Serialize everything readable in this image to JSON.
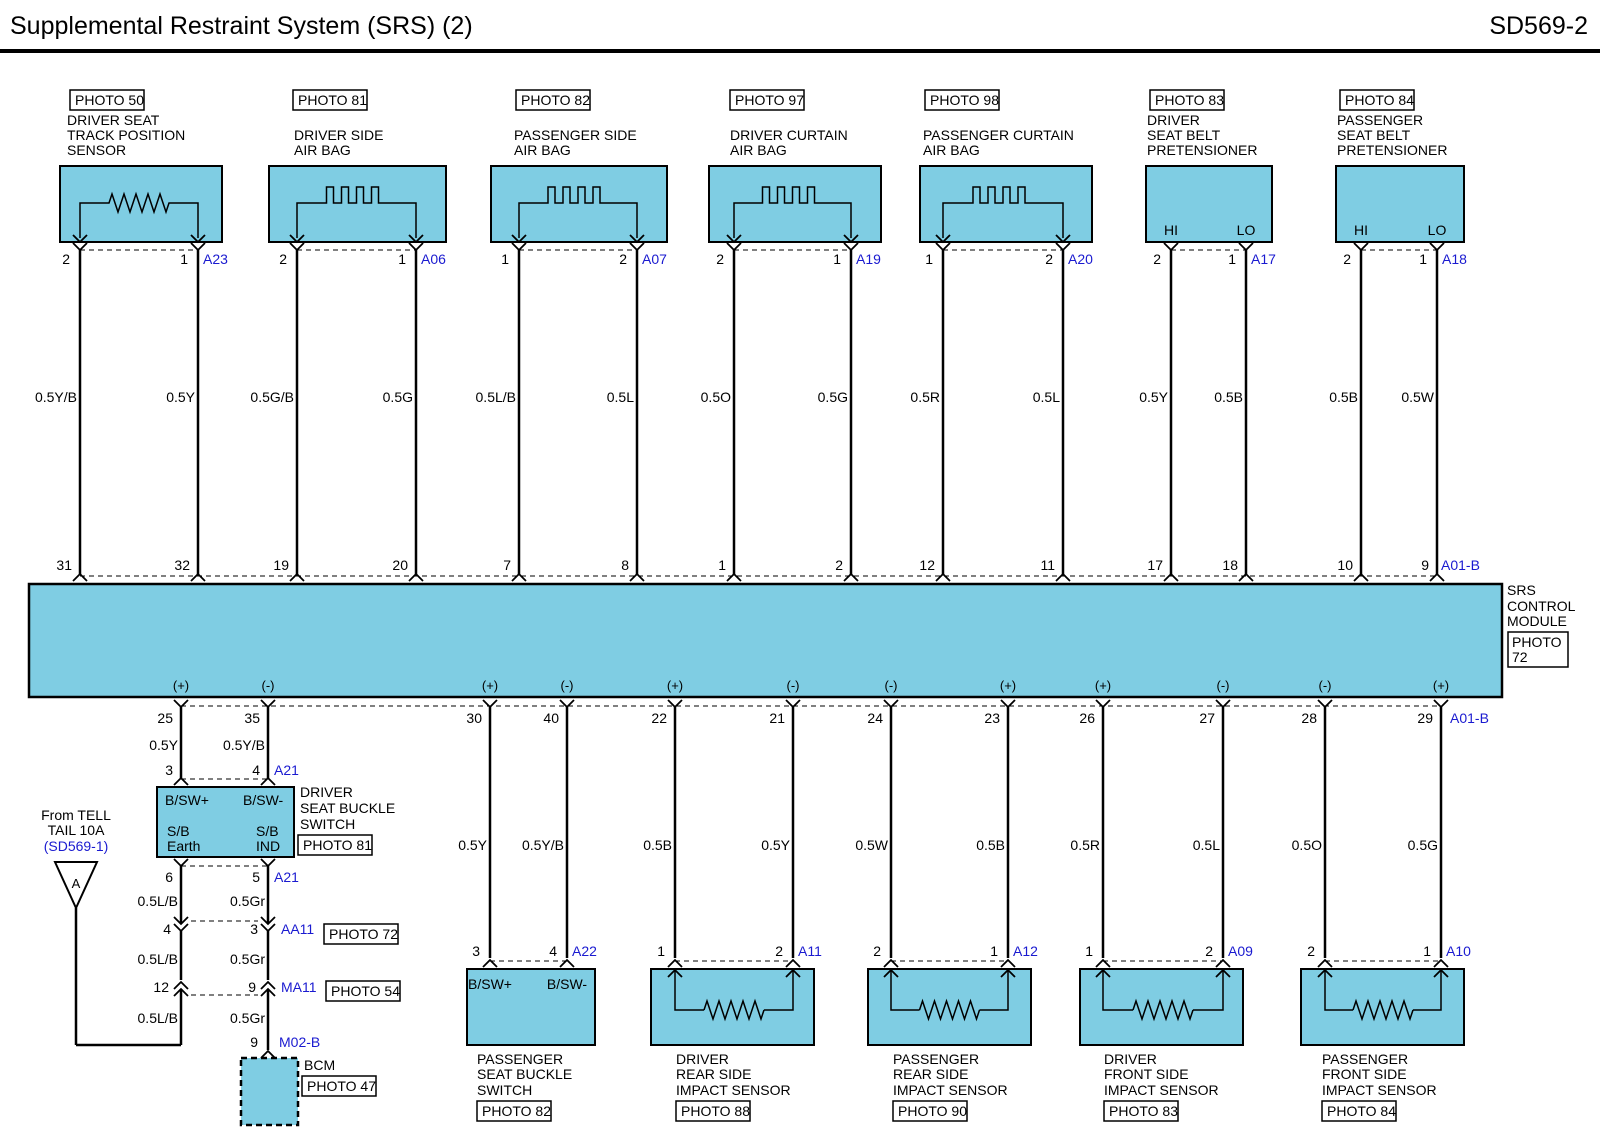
{
  "title": "Supplemental Restraint System (SRS) (2)",
  "code": "SD569-2",
  "colors": {
    "module": "#7fcde3",
    "line": "#000000",
    "ref": "#1a1ad0"
  },
  "top_components": [
    {
      "photo": "PHOTO 50",
      "l1": "DRIVER SEAT",
      "l2": "TRACK POSITION",
      "l3": "SENSOR",
      "pinL": "2",
      "pinR": "1",
      "conn": "A23",
      "wireL": "0.5Y/B",
      "wireR": "0.5Y",
      "ecuL": "31",
      "ecuR": "32",
      "polL": "(-)",
      "polR": "(+)"
    },
    {
      "photo": "PHOTO 81",
      "l1": "DRIVER SIDE",
      "l2": "AIR BAG",
      "l3": "",
      "pinL": "2",
      "pinR": "1",
      "conn": "A06",
      "wireL": "0.5G/B",
      "wireR": "0.5G",
      "ecuL": "19",
      "ecuR": "20",
      "polL": "(-)",
      "polR": "(+)"
    },
    {
      "photo": "PHOTO 82",
      "l1": "PASSENGER SIDE",
      "l2": "AIR BAG",
      "l3": "",
      "pinL": "1",
      "pinR": "2",
      "conn": "A07",
      "wireL": "0.5L/B",
      "wireR": "0.5L",
      "ecuL": "7",
      "ecuR": "8",
      "polL": "(+)",
      "polR": "(-)"
    },
    {
      "photo": "PHOTO 97",
      "l1": "DRIVER CURTAIN",
      "l2": "AIR BAG",
      "l3": "",
      "pinL": "2",
      "pinR": "1",
      "conn": "A19",
      "wireL": "0.5O",
      "wireR": "0.5G",
      "ecuL": "1",
      "ecuR": "2",
      "polL": "(-)",
      "polR": "(+)"
    },
    {
      "photo": "PHOTO 98",
      "l1": "PASSENGER CURTAIN",
      "l2": "AIR BAG",
      "l3": "",
      "pinL": "1",
      "pinR": "2",
      "conn": "A20",
      "wireL": "0.5R",
      "wireR": "0.5L",
      "ecuL": "12",
      "ecuR": "11",
      "polL": "(+)",
      "polR": "(-)"
    },
    {
      "photo": "PHOTO 83",
      "l1": "DRIVER",
      "l2": "SEAT BELT",
      "l3": "PRETENSIONER",
      "pinL": "2",
      "pinR": "1",
      "conn": "A17",
      "wireL": "0.5Y",
      "wireR": "0.5B",
      "ecuL": "17",
      "ecuR": "18",
      "polL": "(+)",
      "polR": "(-)",
      "hi": "HI",
      "lo": "LO"
    },
    {
      "photo": "PHOTO 84",
      "l1": "PASSENGER",
      "l2": "SEAT BELT",
      "l3": "PRETENSIONER",
      "pinL": "2",
      "pinR": "1",
      "conn": "A18",
      "wireL": "0.5B",
      "wireR": "0.5W",
      "ecuL": "10",
      "ecuR": "9",
      "polL": "(+)",
      "polR": "(-)",
      "hi": "HI",
      "lo": "LO"
    }
  ],
  "ecu_conn_top": "A01-B",
  "ecu_conn_bottom": "A01-B",
  "module": {
    "l1": "SRS",
    "l2": "CONTROL",
    "l3": "MODULE",
    "photo1": "PHOTO",
    "photo2": "72"
  },
  "bottom_pins": [
    {
      "pol": "(+)",
      "pin": "25"
    },
    {
      "pol": "(-)",
      "pin": "35"
    },
    {
      "pol": "(+)",
      "pin": "30"
    },
    {
      "pol": "(-)",
      "pin": "40"
    },
    {
      "pol": "(+)",
      "pin": "22"
    },
    {
      "pol": "(-)",
      "pin": "21"
    },
    {
      "pol": "(-)",
      "pin": "24"
    },
    {
      "pol": "(+)",
      "pin": "23"
    },
    {
      "pol": "(+)",
      "pin": "26"
    },
    {
      "pol": "(-)",
      "pin": "27"
    },
    {
      "pol": "(-)",
      "pin": "28"
    },
    {
      "pol": "(+)",
      "pin": "29"
    }
  ],
  "buckle": {
    "wireL": "0.5Y",
    "wireR": "0.5Y/B",
    "pinTL": "3",
    "pinTR": "4",
    "conn": "A21",
    "bsp": "B/SW+",
    "bsm": "B/SW-",
    "sb1": "S/B",
    "earth": "Earth",
    "sb2": "S/B",
    "ind": "IND",
    "l1": "DRIVER",
    "l2": "SEAT BUCKLE",
    "l3": "SWITCH",
    "photo": "PHOTO 81",
    "pinBL": "6",
    "pinBR": "5",
    "conn2": "A21",
    "w1": "0.5L/B",
    "w2": "0.5Gr",
    "aa_l": "4",
    "aa_r": "3",
    "aa": "AA11",
    "aa_photo": "PHOTO 72",
    "w3": "0.5L/B",
    "w4": "0.5Gr",
    "ma_l": "12",
    "ma_r": "9",
    "ma": "MA11",
    "ma_photo": "PHOTO 54",
    "w5": "0.5L/B",
    "w6": "0.5Gr",
    "bcm_pin": "9",
    "bcm_conn": "M02-B",
    "bcm": "BCM",
    "bcm_photo": "PHOTO 47"
  },
  "tell": {
    "l1": "From TELL",
    "l2": "TAIL 10A",
    "l3": "(SD569-1)",
    "symbol": "A"
  },
  "bottom_components": [
    {
      "wireL": "0.5Y",
      "wireR": "0.5Y/B",
      "pinL": "3",
      "pinR": "4",
      "conn": "A22",
      "l1": "PASSENGER",
      "l2": "SEAT BUCKLE",
      "l3": "SWITCH",
      "photo": "PHOTO 82",
      "bsp": "B/SW+",
      "bsm": "B/SW-"
    },
    {
      "wireL": "0.5B",
      "wireR": "0.5Y",
      "pinL": "1",
      "pinR": "2",
      "conn": "A11",
      "l1": "DRIVER",
      "l2": "REAR SIDE",
      "l3": "IMPACT SENSOR",
      "photo": "PHOTO 88"
    },
    {
      "wireL": "0.5W",
      "wireR": "0.5B",
      "pinL": "2",
      "pinR": "1",
      "conn": "A12",
      "l1": "PASSENGER",
      "l2": "REAR SIDE",
      "l3": "IMPACT SENSOR",
      "photo": "PHOTO 90"
    },
    {
      "wireL": "0.5R",
      "wireR": "0.5L",
      "pinL": "1",
      "pinR": "2",
      "conn": "A09",
      "l1": "DRIVER",
      "l2": "FRONT SIDE",
      "l3": "IMPACT SENSOR",
      "photo": "PHOTO 83"
    },
    {
      "wireL": "0.5O",
      "wireR": "0.5G",
      "pinL": "2",
      "pinR": "1",
      "conn": "A10",
      "l1": "PASSENGER",
      "l2": "FRONT SIDE",
      "l3": "IMPACT SENSOR",
      "photo": "PHOTO 84"
    }
  ]
}
